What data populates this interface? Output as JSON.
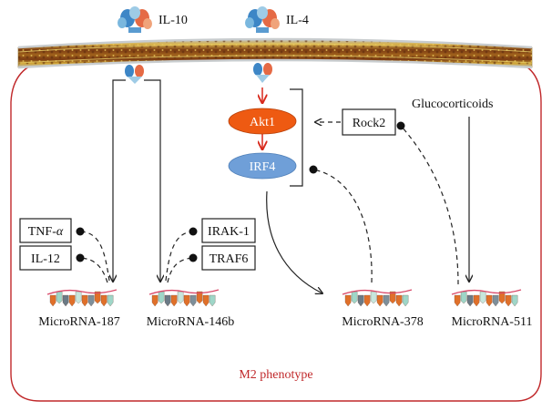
{
  "diagram": {
    "ligands": {
      "il10": "IL-10",
      "il4": "IL-4"
    },
    "stimulus": "Glucocorticoids",
    "nodes": {
      "akt1": "Akt1",
      "irf4": "IRF4",
      "rock2": "Rock2",
      "tnf": "TNF-",
      "tnf_greek": "α",
      "il12": "IL-12",
      "irak1": "IRAK-1",
      "traf6": "TRAF6"
    },
    "micrornas": {
      "mir187": "MicroRNA-187",
      "mir146b": "MicroRNA-146b",
      "mir378": "MicroRNA-378",
      "mir511": "MicroRNA-511"
    },
    "phenotype": "M2 phenotype",
    "colors": {
      "cell_border": "#c0282a",
      "akt1_fill": "#ee5a12",
      "irf4_fill": "#6f9fd8",
      "phenotype_text": "#c0282a",
      "activation_arrow": "#d8291c",
      "membrane_gold": "#c9a233",
      "membrane_brown": "#7a3a12"
    }
  }
}
